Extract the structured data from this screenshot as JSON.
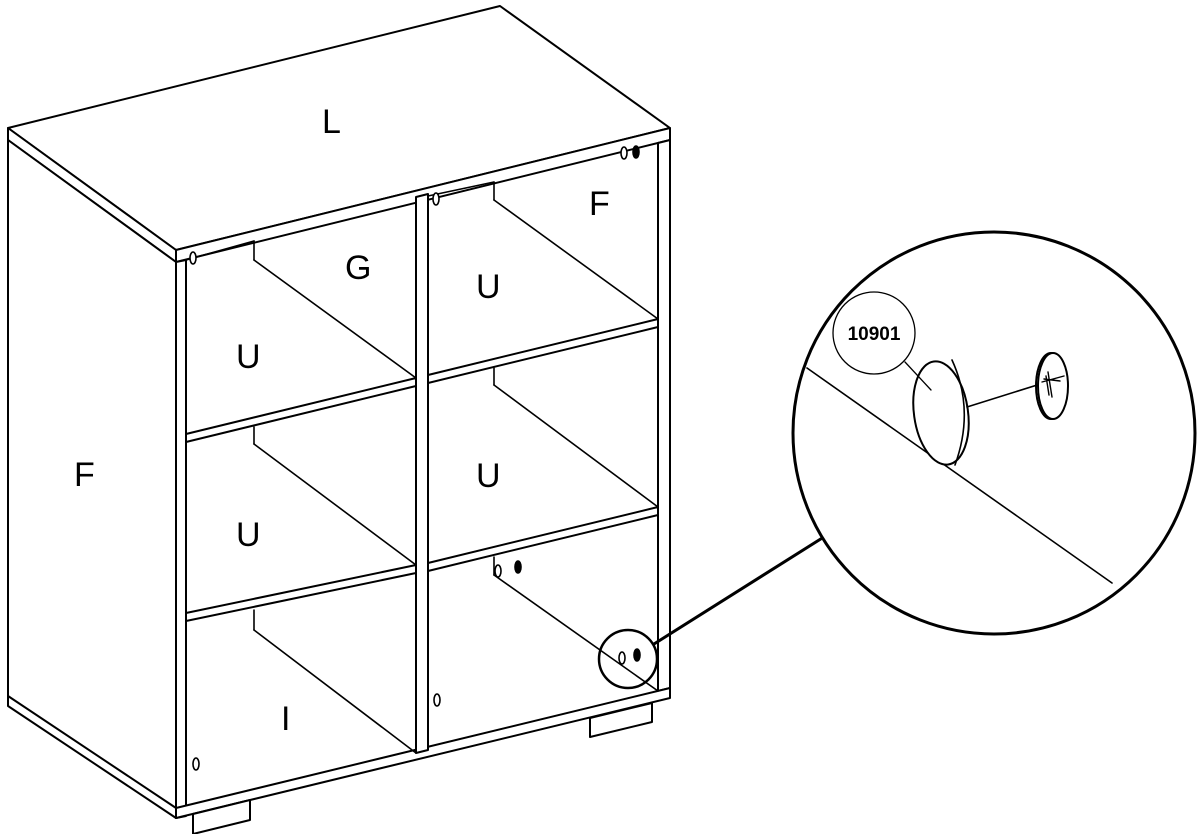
{
  "diagram": {
    "panel_labels": {
      "top": "L",
      "right_side_upper": "F",
      "back_upper_left": "G",
      "shelf_upper_left": "U",
      "shelf_upper_right": "U",
      "left_side": "F",
      "shelf_middle_right": "U",
      "shelf_lower_left": "U",
      "bottom_back_left": "I"
    },
    "detail": {
      "part_code": "10901"
    }
  }
}
